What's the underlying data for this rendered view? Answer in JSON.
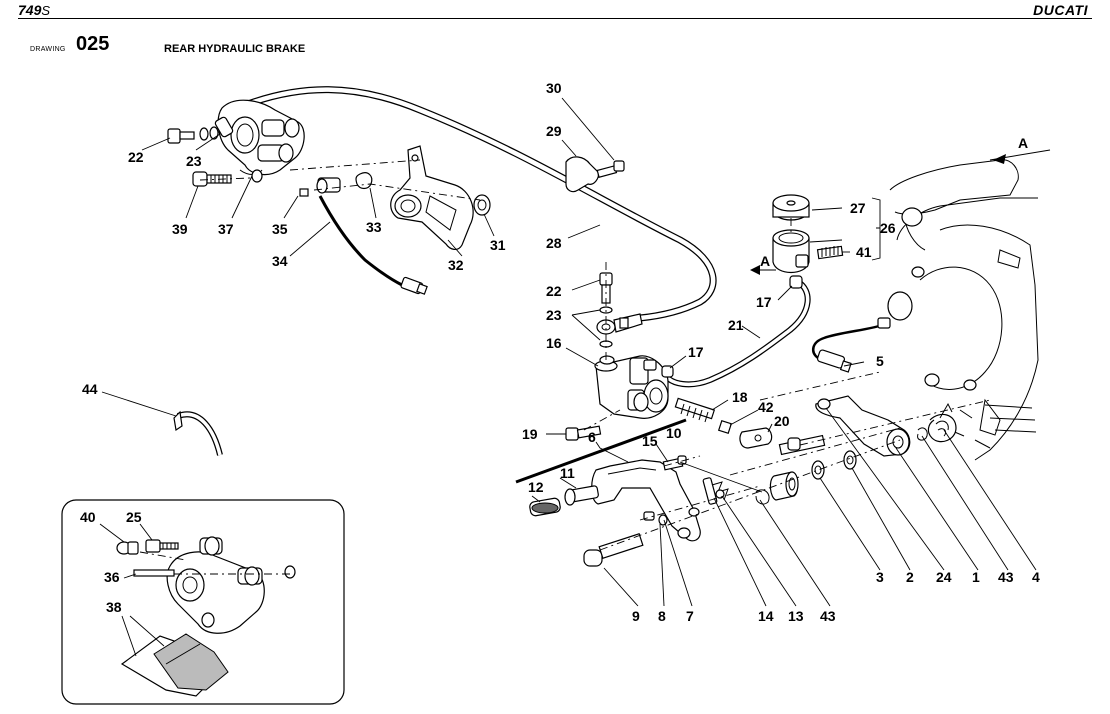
{
  "header": {
    "model": "749",
    "model_suffix": "S",
    "brand": "DUCATI"
  },
  "drawing": {
    "label": "DRAWING",
    "number": "025",
    "title": "REAR HYDRAULIC BRAKE"
  },
  "view_marker": "A",
  "callouts": {
    "c1": "1",
    "c2": "2",
    "c3": "3",
    "c4": "4",
    "c5": "5",
    "c6": "6",
    "c7": "7",
    "c8": "8",
    "c9": "9",
    "c10": "10",
    "c11": "11",
    "c12": "12",
    "c13": "13",
    "c14": "14",
    "c15": "15",
    "c16": "16",
    "c17": "17",
    "c18": "18",
    "c19": "19",
    "c20": "20",
    "c21": "21",
    "c22": "22",
    "c23": "23",
    "c24": "24",
    "c25": "25",
    "c26": "26",
    "c27": "27",
    "c28": "28",
    "c29": "29",
    "c30": "30",
    "c31": "31",
    "c32": "32",
    "c33": "33",
    "c34": "34",
    "c35": "35",
    "c36": "36",
    "c37": "37",
    "c38": "38",
    "c39": "39",
    "c40": "40",
    "c41": "41",
    "c42": "42",
    "c43": "43",
    "c44": "44"
  }
}
